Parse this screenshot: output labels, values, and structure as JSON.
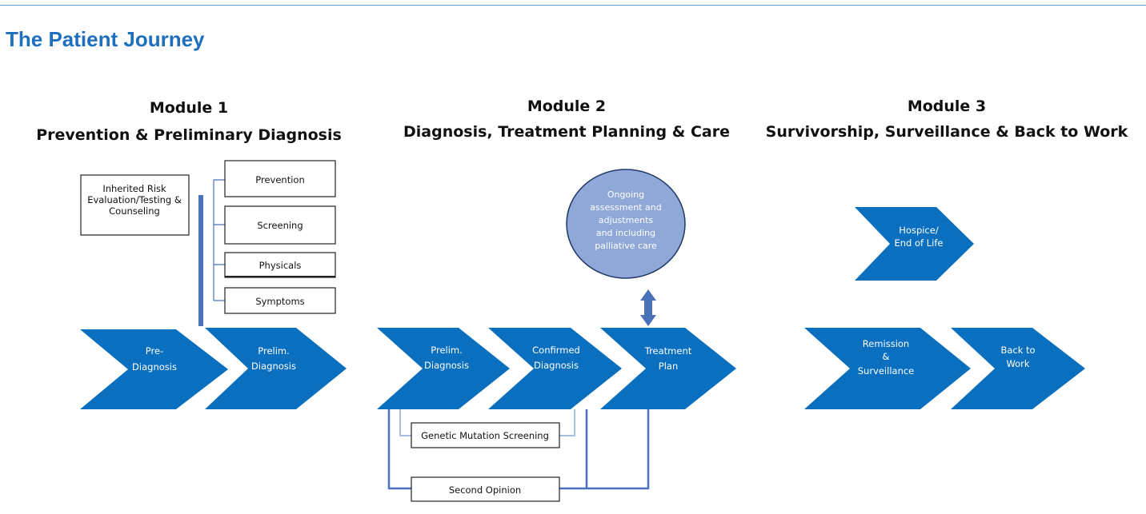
{
  "page": {
    "title": "The Patient Journey"
  },
  "colors": {
    "chevron": "#0a6fbf",
    "connector": "#4a72b8",
    "connector_light": "#a9bfe0",
    "circle": "#8fa8d8",
    "title": "#1f6fbf"
  },
  "modules": [
    {
      "heading": "Module 1",
      "subtitle": "Prevention & Preliminary Diagnosis"
    },
    {
      "heading": "Module 2",
      "subtitle": "Diagnosis, Treatment Planning & Care"
    },
    {
      "heading": "Module 3",
      "subtitle": "Survivorship,  Surveillance & Back to Work"
    }
  ],
  "module1": {
    "risk_box": [
      "Inherited Risk",
      "Evaluation/Testing  &",
      "Counseling"
    ],
    "options": [
      "Prevention",
      "Screening",
      "Physicals",
      "Symptoms"
    ],
    "chevrons": [
      {
        "lines": [
          "Pre-",
          "Diagnosis"
        ]
      },
      {
        "lines": [
          "Prelim.",
          "Diagnosis"
        ]
      }
    ]
  },
  "module2": {
    "circle": [
      "Ongoing",
      "assessment and",
      "adjustments",
      "and including",
      "palliative care"
    ],
    "chevrons": [
      {
        "lines": [
          "Prelim.",
          "Diagnosis"
        ]
      },
      {
        "lines": [
          "Confirmed",
          "Diagnosis"
        ]
      },
      {
        "lines": [
          "Treatment",
          "Plan"
        ]
      }
    ],
    "genetic_box": "Genetic Mutation Screening",
    "second_opinion_box": "Second Opinion"
  },
  "module3": {
    "hospice": [
      "Hospice/",
      "End of Life"
    ],
    "chevrons": [
      {
        "lines": [
          "Remission",
          "&",
          "Surveillance"
        ]
      },
      {
        "lines": [
          "Back to",
          "Work"
        ]
      }
    ]
  }
}
